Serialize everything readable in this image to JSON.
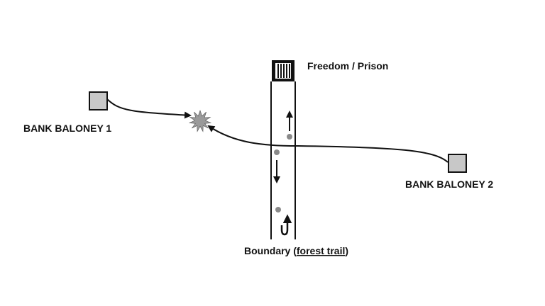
{
  "labels": {
    "bank_1": "BANK BALONEY 1",
    "bank_2": "BANK BALONEY 2",
    "destination": "Freedom / Prison",
    "boundary_prefix": "Boundary (",
    "boundary_underlined": "forest trail",
    "boundary_suffix": ")"
  },
  "colors": {
    "stroke": "#111111",
    "box_fill": "#c8c8c8",
    "dot": "#8a8a8a",
    "burst": "#9a9a9a",
    "spellcheck": "#cc2222"
  },
  "icons": {
    "gate": "barred-gate-icon",
    "collision": "collision-burst-icon",
    "u_turn": "u-turn-arrow-icon"
  }
}
